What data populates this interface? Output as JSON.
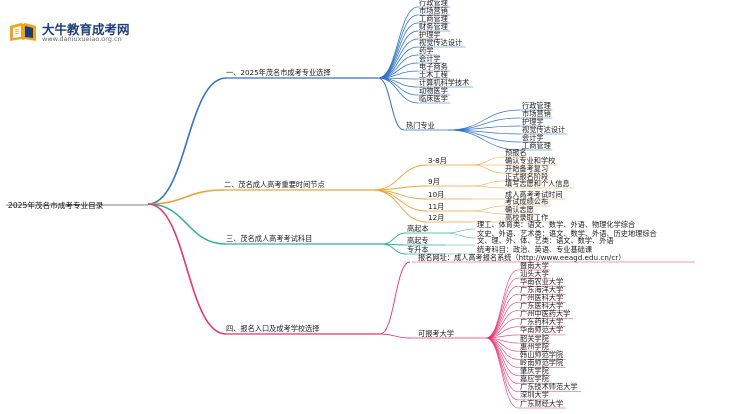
{
  "brand": {
    "title": "大牛教育成考网",
    "subtitle": "www.daniuxueiao.org.cn"
  },
  "root": "2025年茂名市成考专业目录",
  "branches": [
    {
      "label": "一、2025年茂名市成考专业选择",
      "color": "#2f74c8",
      "items": [
        "行政管理",
        "市场营销",
        "工商管理",
        "财务管理",
        "护理学",
        "视觉传达设计",
        "药学",
        "会计学",
        "电子商务",
        "土木工程",
        "计算机科学技术",
        "动物医学",
        "临床医学"
      ],
      "hot_label": "热门专业",
      "hot_items": [
        "行政管理",
        "市场营销",
        "护理学",
        "视觉传达设计",
        "会计学",
        "工商管理"
      ]
    },
    {
      "label": "二、茂名成人高考重要时间节点",
      "color": "#f0a233",
      "groups": [
        {
          "label": "3-8月",
          "items": [
            "预报名",
            "确认专业和学校",
            "开始备考复习"
          ]
        },
        {
          "label": "9月",
          "items": [
            "正式报名阶段",
            "填写志愿和个人信息"
          ]
        },
        {
          "label": "10月",
          "items": [
            "成人高考考试时间"
          ]
        },
        {
          "label": "11月",
          "items": [
            "考试成绩公布",
            "确认志愿"
          ]
        },
        {
          "label": "12月",
          "items": [
            "高校录取工作"
          ]
        }
      ]
    },
    {
      "label": "三、茂名成人高考考试科目",
      "color": "#32b093",
      "groups": [
        {
          "label": "高起本",
          "items": [
            "理工、体育类：语文、数学、外语、物理化学综合",
            "文史、外语、艺术类：语文、数学、外语、历史地理综合"
          ]
        },
        {
          "label": "高起专",
          "items": [
            "文、理、外、体、艺类：语文、数学、外语"
          ]
        },
        {
          "label": "专升本",
          "items": [
            "统考科目：政治、英语、专业基础课"
          ]
        }
      ]
    },
    {
      "label": "四、报名入口及成考学校选择",
      "color": "#e8336f",
      "site": "报名网址：成人高考报名系统（http://www.eeagd.edu.cn/cr）",
      "school_label": "可报考大学",
      "schools": [
        "暨南大学",
        "汕头大学",
        "华南农业大学",
        "广东海洋大学",
        "广州医科大学",
        "广东医科大学",
        "广州中医药大学",
        "广东药科大学",
        "华南师范大学",
        "韶关学院",
        "惠州学院",
        "韩山师范学院",
        "岭南师范学院",
        "肇庆学院",
        "嘉应学院",
        "广东技术师范大学",
        "深圳大学",
        "广东财经大学"
      ]
    }
  ]
}
